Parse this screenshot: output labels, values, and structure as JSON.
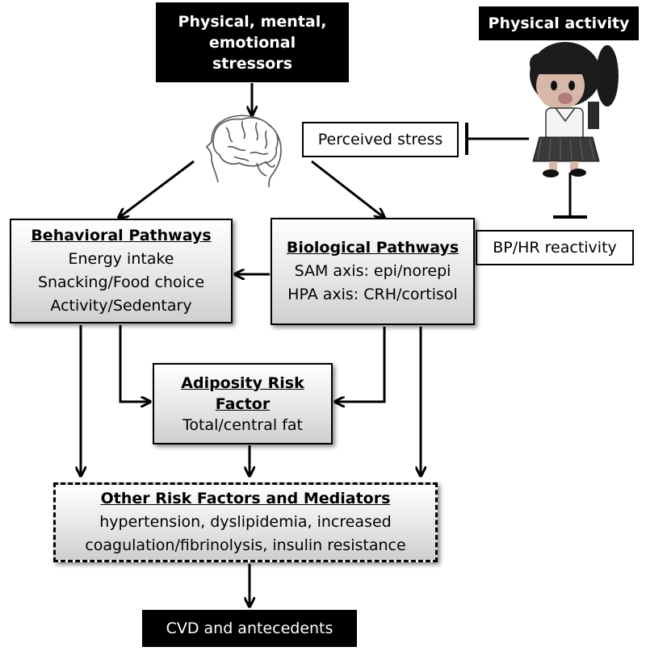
{
  "stressors": {
    "lines": [
      "Physical, mental,",
      "emotional",
      "stressors"
    ]
  },
  "physical_activity": {
    "label": "Physical activity"
  },
  "perceived_stress": {
    "label": "Perceived stress"
  },
  "bp_hr": {
    "label": "BP/HR reactivity"
  },
  "behavioral": {
    "title": "Behavioral Pathways",
    "items": [
      "Energy intake",
      "Snacking/Food choice",
      "Activity/Sedentary"
    ]
  },
  "biological": {
    "title": "Biological Pathways",
    "items": [
      "SAM axis: epi/norepi",
      "HPA axis: CRH/cortisol"
    ]
  },
  "adiposity": {
    "title_lines": [
      "Adiposity Risk",
      "Factor"
    ],
    "items": [
      "Total/central fat"
    ]
  },
  "other_risk": {
    "title": "Other Risk Factors and Mediators",
    "items": [
      "hypertension, dyslipidemia, increased",
      "coagulation/fibrinolysis, insulin resistance"
    ]
  },
  "cvd": {
    "label": "CVD and antecedents"
  },
  "icons": {
    "brain": "brain-head-icon",
    "child": "girl-walking-icon"
  },
  "colors": {
    "dark_box": "#000000",
    "box_gradient_top": "#ffffff",
    "box_gradient_bottom": "#cfcfcf"
  }
}
